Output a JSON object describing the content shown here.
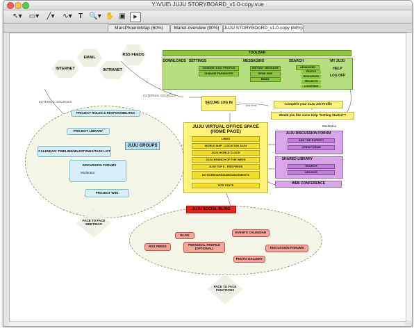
{
  "window": {
    "title": "Y:\\VUE\\ JUJU STORYBOARD_v1.0-copy.vue"
  },
  "toolbar": {
    "tools": [
      {
        "name": "select-arrow-tool",
        "glyph": "↖▾"
      },
      {
        "name": "rectangle-tool",
        "glyph": "▭▾"
      },
      {
        "name": "link-tool",
        "glyph": "╱▾"
      },
      {
        "name": "curve-link-tool",
        "glyph": "∿▾"
      },
      {
        "name": "text-tool",
        "glyph": "T"
      },
      {
        "name": "zoom-tool",
        "glyph": "🔍▾"
      },
      {
        "name": "hand-tool",
        "glyph": "✋"
      },
      {
        "name": "presentation-tool",
        "glyph": "▣"
      },
      {
        "name": "play-tool",
        "glyph": "▶"
      }
    ]
  },
  "tabs": [
    {
      "label": "MarsPhoenixMap (60%)",
      "active": false
    },
    {
      "label": "Manet-overview (90%)",
      "active": false
    },
    {
      "label": "JUJU STORYBOARD_v1.0-copy (84%)",
      "active": true
    }
  ],
  "map": {
    "toolbar_label": "TOOLBAR",
    "downloads": "DOWNLOADS",
    "settings": {
      "title": "SETTINGS",
      "items": [
        "CHANGE JUJU PROFILE",
        "CHANGE PASSWORD"
      ]
    },
    "messaging": {
      "title": "MESSAGING",
      "items": [
        "INSTANT MESSAGE",
        "SEND SMS",
        "EMAIL"
      ]
    },
    "search": {
      "title": "SEARCH",
      "advanced": "ADVANCED",
      "items": [
        "PEOPLE",
        "RESOURCES",
        "PROJECTS",
        "LOCATIONS"
      ]
    },
    "my_juju": "MY JUJU",
    "help": "HELP",
    "log_off": "LOG OFF",
    "email": "EMAIL",
    "rss_feeds_top": "RSS FEEDS",
    "internet": "INTERNET",
    "intranet": "INTRANET",
    "external_sources_1": "EXTERNAL SOURCES",
    "external_sources_2": "EXTERNAL SOURCES",
    "secure_log_in": "SECURE LOG IN",
    "first_time": "first time",
    "complete_profile": "Complete your JuJu Job Profile",
    "getting_started": "Would you like some Help \"Getting Started\"?",
    "moderator_right": "Moderator",
    "home": {
      "title": "JUJU VIRTUAL OFFICE SPACE (HOME PAGE)",
      "items": [
        "LINKS",
        "WORLD MAP - LOCATION JUJU",
        "JUJU WORLD CLOCK",
        "JUJU BRANCH OF THE WEEK",
        "JUJU TOP 5 - RSS FEEDS",
        "NOTICEBOARD/ANNOUNCEMENTS",
        "SITE STATS"
      ]
    },
    "discussion_forum": {
      "title": "JUJU DISCUSSION FORUM",
      "items": [
        "ASK THE EXPERT!",
        "OPEN FORUM"
      ]
    },
    "shared_library": {
      "title": "SHARED LIBRARY",
      "items": [
        "SEARCH",
        "ARCHIVE"
      ]
    },
    "web_conference": "WEB CONFERENCE",
    "groups": {
      "title": "JUJU GROUPS",
      "roles": "PROJECT ROLES & RESPONSIBILITES",
      "library": "PROJECT LIBRARY",
      "calendar": "CALENDAR: TIMELINE/MILESTONES/TASK LIST",
      "forums": "DISCUSSION FORUMS",
      "moderator": "Moderator",
      "wiki": "PROJECT WIKI"
    },
    "face_meetings": "FACE TO FACE MEETINGS",
    "social": {
      "title": "JUJU SOCIAL BLING",
      "blog": "BLOG",
      "events": "EVENTS CALENDAR",
      "rss": "RSS FEEDS",
      "profile": "PERSONAL PROFILE (OPTIONAL)",
      "discussion": "DISCUSSION FORUMS",
      "photo": "PHOTO GALLERY"
    },
    "face_functions": "FACE TO FACE FUNCTIONS"
  },
  "colors": {
    "toolbar_green": "#8dc63f",
    "home_yellow": "#fff27a",
    "group_blue": "#d6eef8",
    "forum_purple": "#d8a6e8",
    "social_red": "#e8231e",
    "social_pink": "#f4a49a"
  }
}
